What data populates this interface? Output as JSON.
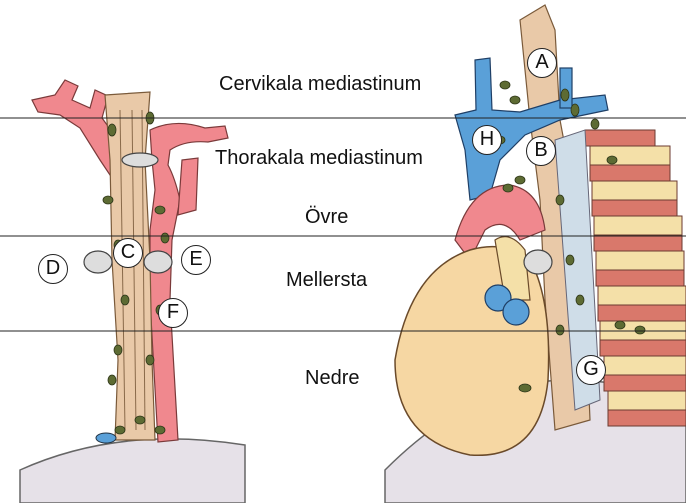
{
  "regions": {
    "cervical": "Cervikala mediastinum",
    "thoracic": "Thorakala mediastinum",
    "upper": "Övre",
    "middle": "Mellersta",
    "lower": "Nedre"
  },
  "markers": {
    "a": "A",
    "b": "B",
    "c": "C",
    "d": "D",
    "e": "E",
    "f": "F",
    "g": "G",
    "h": "H"
  },
  "colors": {
    "artery": "#f0888e",
    "vein": "#5aa0d8",
    "node": "#5d6b33",
    "trachea": "#e9c9a8",
    "heart": "#f6d7a3",
    "rib": "#d9786b",
    "diaphragm": "#e6e1e8"
  }
}
